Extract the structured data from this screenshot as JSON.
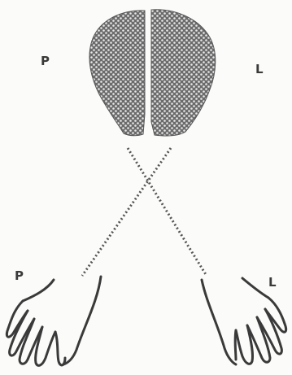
{
  "labels": {
    "top_left": "P",
    "top_right": "L",
    "bottom_left": "P",
    "bottom_right": "L"
  },
  "colors": {
    "ink": "#3a3a3a",
    "pattern_fill": "#6b6b6b",
    "pattern_dots": "#e8e8e8",
    "paper": "#fbfbf9"
  },
  "icons": {
    "left_hemisphere": "brain-left-hemisphere",
    "right_hemisphere": "brain-right-hemisphere",
    "left_hand": "left-hand-icon",
    "right_hand": "right-hand-icon"
  }
}
